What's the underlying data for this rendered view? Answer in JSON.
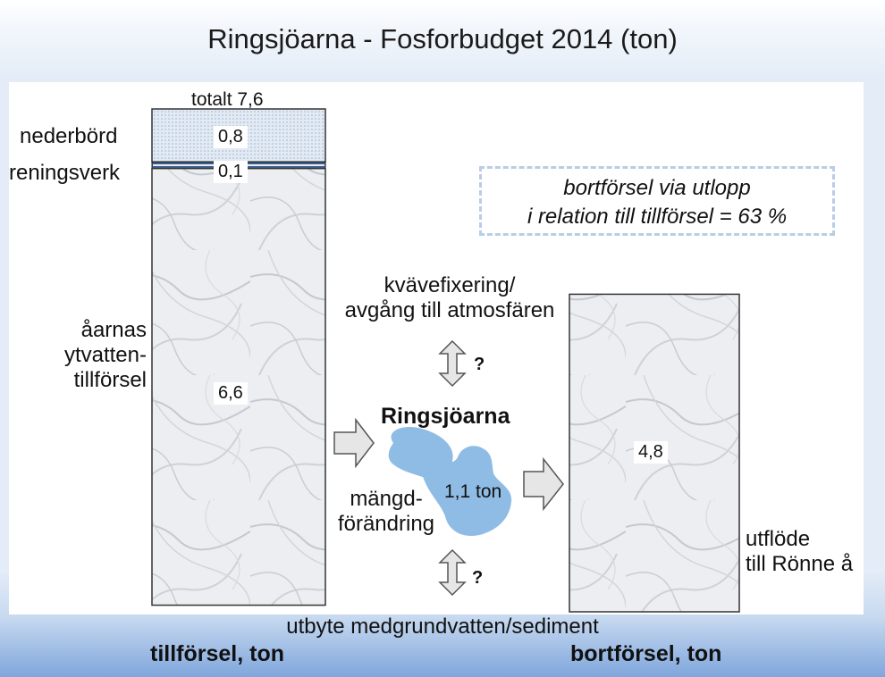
{
  "title": "Ringsjöarna - Fosforbudget 2014 (ton)",
  "inputs": {
    "total_label": "totalt 7,6",
    "total": 7.6,
    "segments": [
      {
        "label": "nederbörd",
        "value": 0.8,
        "value_text": "0,8",
        "fill": "#dce6f2"
      },
      {
        "label": "reningsverk",
        "value": 0.1,
        "value_text": "0,1",
        "fill": "#3b5f8c"
      },
      {
        "label_lines": [
          "åarnas",
          "ytvatten-",
          "tillförsel"
        ],
        "value": 6.6,
        "value_text": "6,6",
        "fill": "#e9ebee"
      }
    ],
    "axis_label": "tillförsel, ton"
  },
  "outputs": {
    "value": 4.8,
    "value_text": "4,8",
    "label_lines": [
      "utflöde",
      "till Rönne å"
    ],
    "axis_label": "bortförsel, ton"
  },
  "note_lines": [
    "bortförsel via utlopp",
    "i relation till tillförsel = 63 %"
  ],
  "lake": {
    "name": "Ringsjöarna",
    "change_value": "1,1 ton",
    "change_label_lines": [
      "mängd-",
      "förändring"
    ],
    "color": "#8fbce4"
  },
  "atmosphere": {
    "label_lines": [
      "kvävefixering/",
      "avgång till atmosfären"
    ],
    "flux": "?"
  },
  "ground": {
    "label": "utbyte medgrundvatten/sediment",
    "flux": "?"
  }
}
